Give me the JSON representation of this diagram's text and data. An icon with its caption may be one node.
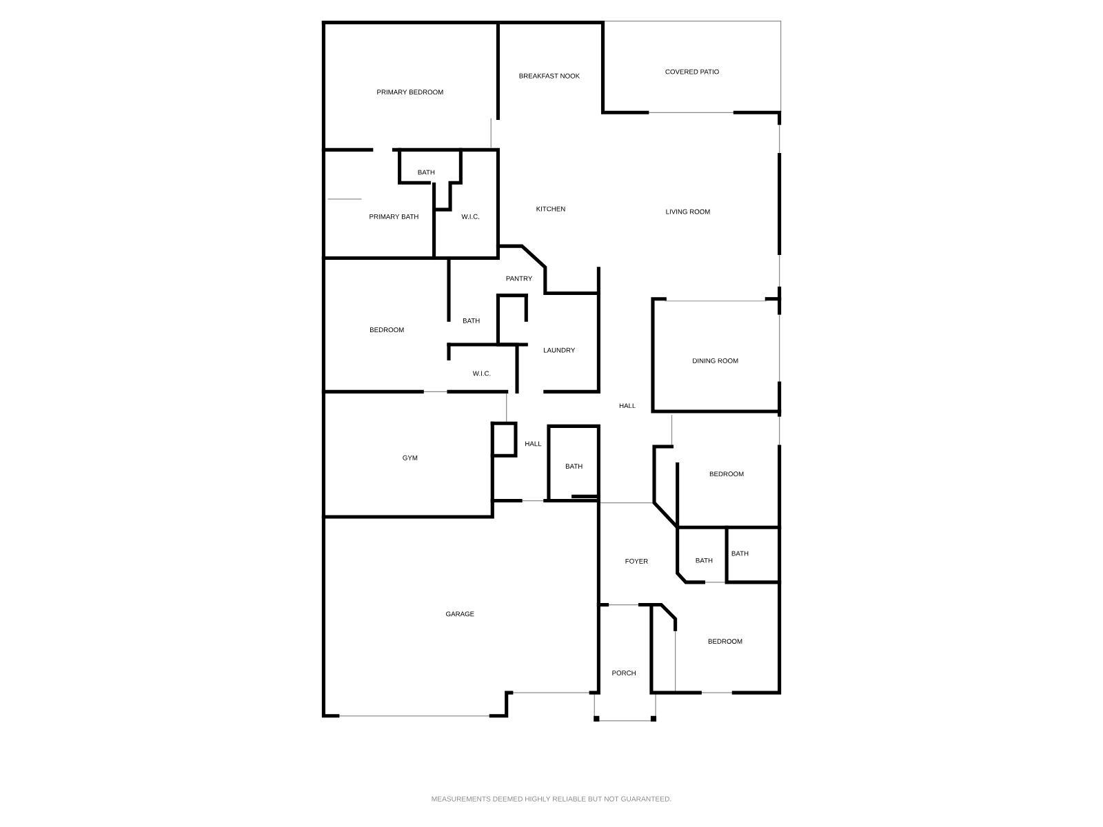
{
  "diagram": {
    "caption": "MEASUREMENTS DEEMED HIGHLY RELIABLE BUT NOT GUARANTEED.",
    "labels": [
      "COVERED PATIO",
      "BREAKFAST NOOK",
      "PRIMARY BEDROOM",
      "BATH",
      "KITCHEN",
      "LIVING ROOM",
      "PRIMARY BATH",
      "W.I.C.",
      "PANTRY",
      "BATH",
      "BEDROOM",
      "LAUNDRY",
      "DINING ROOM",
      "W.I.C.",
      "HALL",
      "HALL",
      "GYM",
      "BATH",
      "BEDROOM",
      "BATH",
      "FOYER",
      "BATH",
      "GARAGE",
      "BEDROOM",
      "PORCH"
    ]
  }
}
